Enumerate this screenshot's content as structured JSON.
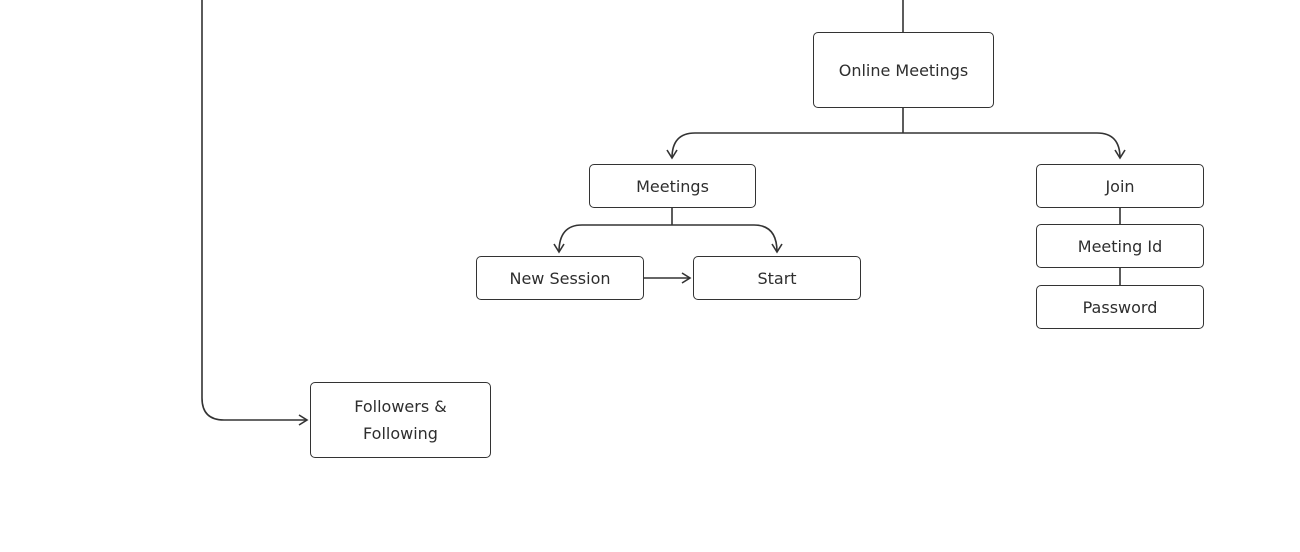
{
  "diagram": {
    "nodes": {
      "online_meetings": "Online Meetings",
      "meetings": "Meetings",
      "join": "Join",
      "new_session": "New Session",
      "start": "Start",
      "meeting_id": "Meeting Id",
      "password": "Password",
      "followers_line1": "Followers &",
      "followers_line2": "Following"
    },
    "colors": {
      "stroke": "#333333",
      "text": "#2e2e2e",
      "background": "#ffffff"
    }
  }
}
